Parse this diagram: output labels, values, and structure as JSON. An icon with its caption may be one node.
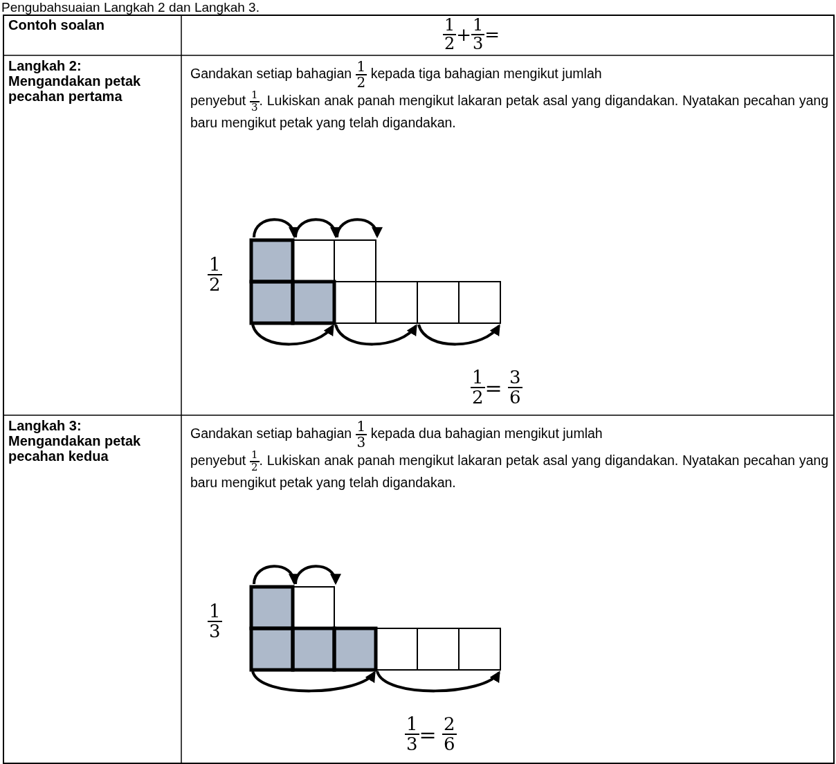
{
  "diagram": {
    "title": "Pengubahsuaian Langkah 2 dan Langkah 3.",
    "labels": [
      "Contoh soalan",
      "1",
      "2",
      "+",
      "1",
      "3",
      "=",
      "Langkah 2: Mengandakan petak pecahan pertama",
      "Gandakan setiap bahagian",
      "1",
      "2",
      "kepada tiga bahagian mengikut jumlah",
      "penyebut",
      "1",
      "3",
      ". Lukiskan anak panah mengikut lakaran petak asal yang digandakan. Nyatakan pecahan yang baru mengikut petak yang telah digandakan.",
      "1",
      "2",
      "1",
      "2",
      "=",
      "3",
      "6",
      "Langkah 3: Mengandakan petak pecahan kedua",
      "Gandakan setiap bahagian",
      "1",
      "3",
      "kepada dua bahagian mengikut jumlah",
      "penyebut",
      "1",
      "2",
      ". Lukiskan anak panah mengikut lakaran petak asal yang digandakan. Nyatakan pecahan yang baru mengikut petak yang telah digandakan.",
      "1",
      "3",
      "1",
      "3",
      "=",
      "2",
      "6"
    ]
  }
}
